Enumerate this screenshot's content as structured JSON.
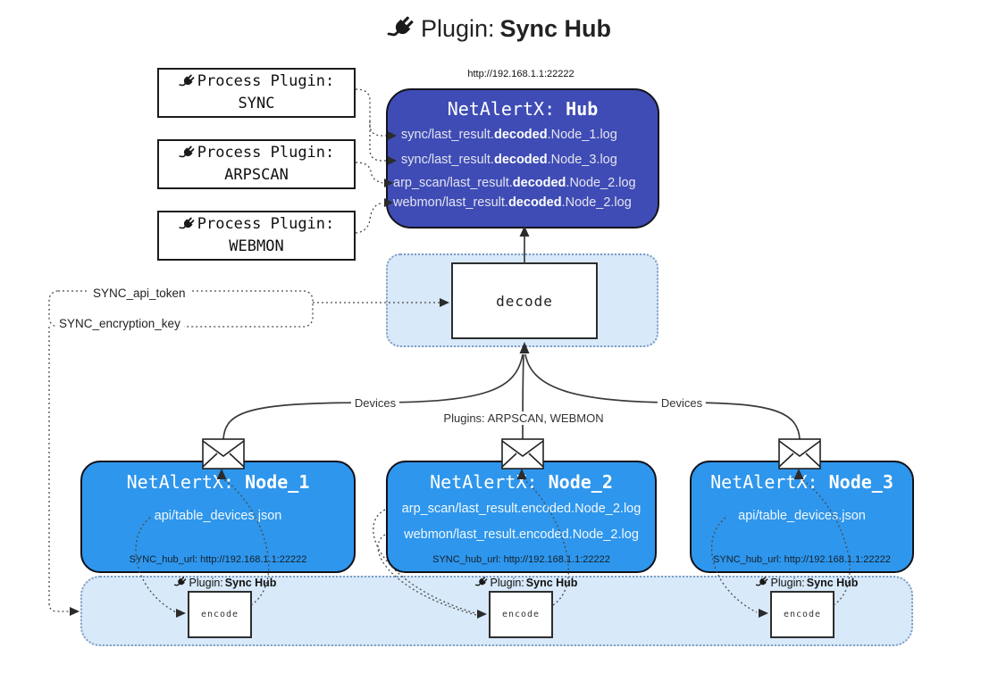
{
  "title": {
    "prefix": "Plugin:",
    "name": "Sync Hub"
  },
  "process_plugins": [
    {
      "label": "Process Plugin:",
      "name": "SYNC"
    },
    {
      "label": "Process Plugin:",
      "name": "ARPSCAN"
    },
    {
      "label": "Process Plugin:",
      "name": "WEBMON"
    }
  ],
  "hub": {
    "url": "http://192.168.1.1:22222",
    "title_prefix": "NetAlertX:",
    "title_name": "Hub",
    "files": [
      {
        "pre": "sync/last_result.",
        "mid": "decoded",
        "post": ".Node_1.log"
      },
      {
        "pre": "sync/last_result.",
        "mid": "decoded",
        "post": ".Node_3.log"
      },
      {
        "pre": "arp_scan/last_result.",
        "mid": "decoded",
        "post": ".Node_2.log"
      },
      {
        "pre": "webmon/last_result.",
        "mid": "decoded",
        "post": ".Node_2.log"
      }
    ]
  },
  "decode": {
    "label": "decode"
  },
  "config": {
    "api_token": "SYNC_api_token",
    "encryption_key": "SYNC_encryption_key"
  },
  "edges": {
    "devices_left": "Devices",
    "plugins_mid": "Plugins: ARPSCAN, WEBMON",
    "devices_right": "Devices"
  },
  "nodes": [
    {
      "title_prefix": "NetAlertX:",
      "title_name": "Node_1",
      "files": [
        "api/table_devices.json"
      ],
      "hub_url": "SYNC_hub_url: http://192.168.1.1:22222"
    },
    {
      "title_prefix": "NetAlertX:",
      "title_name": "Node_2",
      "files": [
        "arp_scan/last_result.encoded.Node_2.log",
        "webmon/last_result.encoded.Node_2.log"
      ],
      "hub_url": "SYNC_hub_url: http://192.168.1.1:22222"
    },
    {
      "title_prefix": "NetAlertX:",
      "title_name": "Node_3",
      "files": [
        "api/table_devices.json"
      ],
      "hub_url": "SYNC_hub_url: http://192.168.1.1:22222"
    }
  ],
  "encode": {
    "plugin_prefix": "Plugin:",
    "plugin_name": "Sync Hub",
    "label": "encode"
  },
  "colors": {
    "hub_bg": "#3F4CB5",
    "node_bg": "#2E96EC",
    "panel_bg": "#D8E9F9",
    "panel_border": "#7E9CC4",
    "box_border": "#1b1b1b"
  }
}
